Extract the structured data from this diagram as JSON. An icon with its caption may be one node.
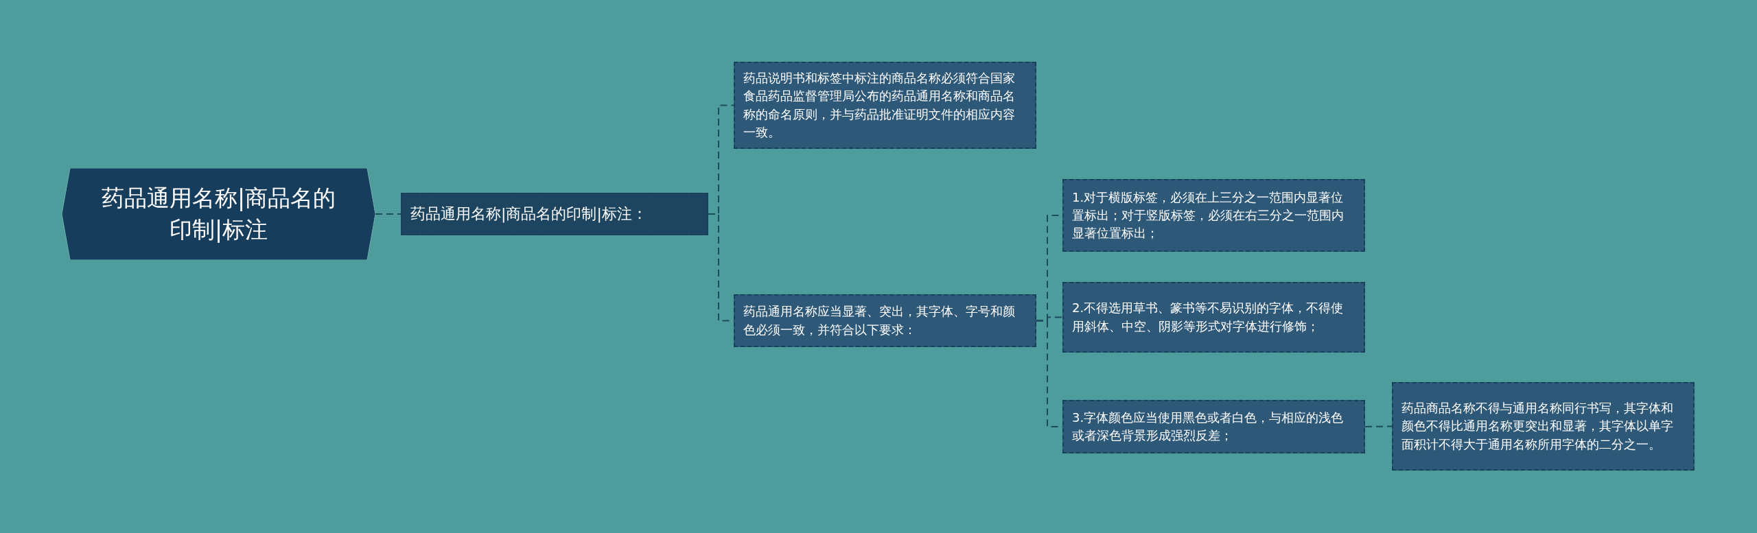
{
  "diagram": {
    "nodes": [
      {
        "text": [
          "药品通用名称|商品名的印制|标注"
        ]
      },
      {
        "text": [
          "药品通用名称|商品名的印制|标注："
        ]
      },
      {
        "text": [
          "药品说明书和标签中标注的商品名称必须符合国家食品药品监督管理局公布的药品通用名称和商品名称的命名原则，并与药品批准证明文件的相应内容一致。"
        ]
      },
      {
        "text": [
          "药品通用名称应当显著、突出，其字体、字号和颜色必须一致，并符合以下要求："
        ]
      },
      {
        "text": [
          "1.对于横版标签，必须在上三分之一范围内显著位置标出；对于竖版标签，必须在右三分之一范围内显著位置标出；"
        ]
      },
      {
        "text": [
          "2.不得选用草书、篆书等不易识别的字体，不得使用斜体、中空、阴影等形式对字体进行修饰；"
        ]
      },
      {
        "text": [
          "3.字体颜色应当使用黑色或者白色，与相应的浅色或者深色背景形成强烈反差；"
        ]
      },
      {
        "text": [
          "药品商品名称不得与通用名称同行书写，其字体和颜色不得比通用名称更突出和显著，其字体以单字面积计不得大于通用名称所用字体的二分之一。"
        ]
      }
    ],
    "edges": [
      {
        "from": 0,
        "to": 1,
        "arrow": "none",
        "style": "dashed"
      },
      {
        "from": 1,
        "to": 2,
        "arrow": "none",
        "style": "dashed"
      },
      {
        "from": 1,
        "to": 3,
        "arrow": "none",
        "style": "dashed"
      },
      {
        "from": 3,
        "to": 4,
        "arrow": "none",
        "style": "dashed"
      },
      {
        "from": 3,
        "to": 5,
        "arrow": "none",
        "style": "dashed"
      },
      {
        "from": 3,
        "to": 6,
        "arrow": "none",
        "style": "dashed"
      },
      {
        "from": 6,
        "to": 7,
        "arrow": "none",
        "style": "dashed"
      }
    ]
  }
}
